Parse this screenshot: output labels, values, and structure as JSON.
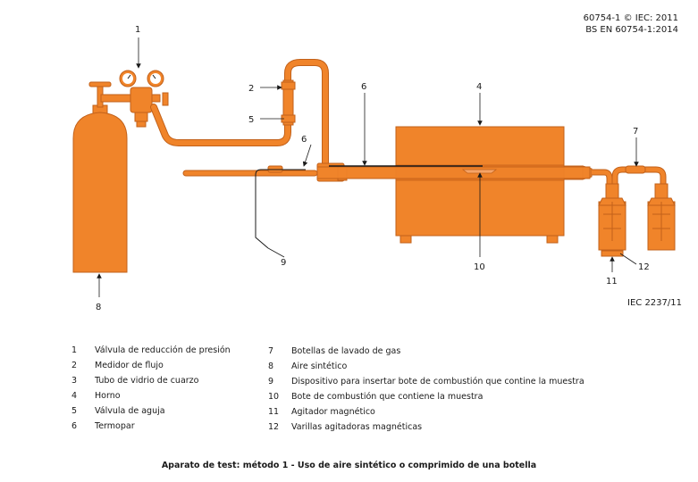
{
  "header": {
    "ref_lines": [
      "60754-1 © IEC: 2011",
      "BS EN 60754-1:2014"
    ],
    "figure_code": "IEC 2237/11"
  },
  "callouts": [
    "1",
    "2",
    "5",
    "6",
    "6",
    "4",
    "7",
    "8",
    "9",
    "10",
    "11",
    "12"
  ],
  "legend": {
    "left": [
      {
        "num": "1",
        "text": "Válvula de reducción de presión"
      },
      {
        "num": "2",
        "text": "Medidor de flujo"
      },
      {
        "num": "3",
        "text": "Tubo de vidrio de cuarzo"
      },
      {
        "num": "4",
        "text": "Horno"
      },
      {
        "num": "5",
        "text": "Válvula de aguja"
      },
      {
        "num": "6",
        "text": "Termopar"
      }
    ],
    "right": [
      {
        "num": "7",
        "text": "Botellas de lavado de gas"
      },
      {
        "num": "8",
        "text": "Aire sintético"
      },
      {
        "num": "9",
        "text": "Dispositivo para insertar bote de combustión que contine la muestra"
      },
      {
        "num": "10",
        "text": "Bote de combustión que contiene la muestra"
      },
      {
        "num": "11",
        "text": "Agitador magnético"
      },
      {
        "num": "12",
        "text": "Varillas agitadoras magnéticas"
      }
    ]
  },
  "caption": "Aparato de test: método 1 - Uso de aire sintético o comprimido de una botella",
  "colors": {
    "equipment": "#f0842a",
    "outline": "#c2611a",
    "line": "#1a1a1a"
  }
}
